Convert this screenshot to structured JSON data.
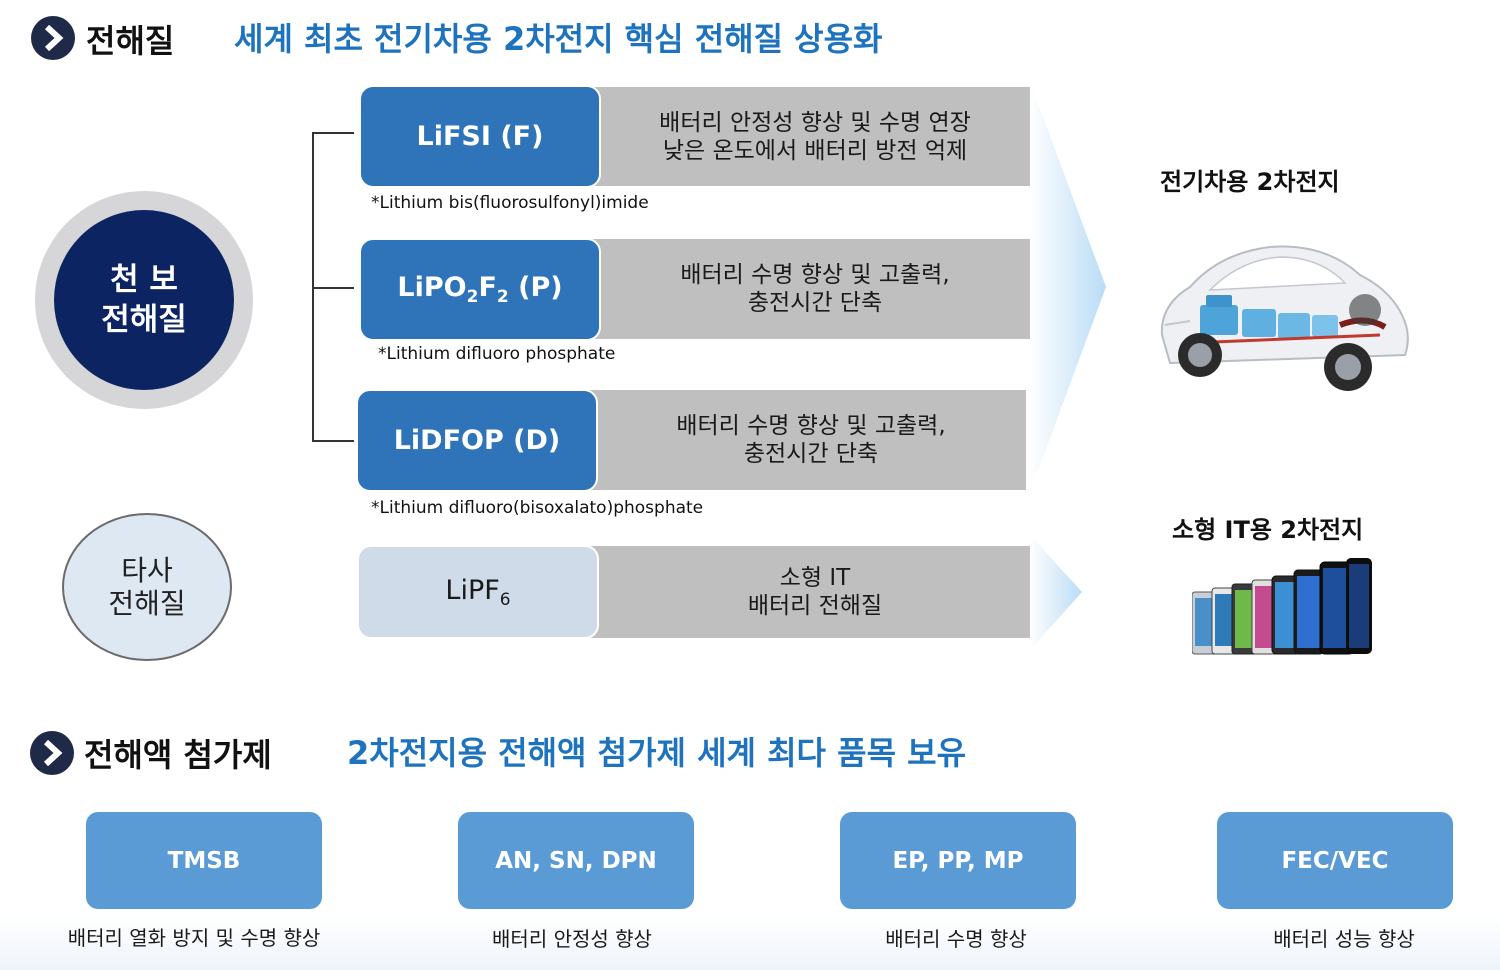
{
  "header1": {
    "title": "전해질",
    "subtitle": "세계 최초 전기차용 2차전지 핵심 전해질 상용화"
  },
  "header2": {
    "title": "전해액 첨가제",
    "subtitle": "2차전지용 전해액 첨가제 세계 최다 품목 보유"
  },
  "circles": {
    "chunbo_line1": "천 보",
    "chunbo_line2": "전해질",
    "other_line1": "타사",
    "other_line2": "전해질"
  },
  "products": [
    {
      "name": "LiFSI (F)",
      "desc_line1": "배터리 안정성 향상 및 수명 연장",
      "desc_line2": "낮은 온도에서 배터리 방전 억제",
      "note": "*Lithium bis(fluorosulfonyl)imide"
    },
    {
      "name_main": "LiPO",
      "name_sub1": "2",
      "name_mid": "F",
      "name_sub2": "2",
      "name_tail": " (P)",
      "desc_line1": "배터리 수명 향상 및 고출력,",
      "desc_line2": "충전시간 단축",
      "note": "*Lithium difluoro phosphate"
    },
    {
      "name": "LiDFOP (D)",
      "desc_line1": "배터리 수명 향상 및 고출력,",
      "desc_line2": "충전시간 단축",
      "note": "*Lithium difluoro(bisoxalato)phosphate"
    },
    {
      "name_main": "LiPF",
      "name_sub": "6",
      "desc_line1": "소형 IT",
      "desc_line2": "배터리 전해질"
    }
  ],
  "applications": {
    "ev_label": "전기차용 2차전지",
    "it_label": "소형 IT용 2차전지"
  },
  "additives": [
    {
      "name": "TMSB",
      "desc": "배터리 열화 방지 및 수명 향상"
    },
    {
      "name": "AN, SN, DPN",
      "desc": "배터리 안정성 향상"
    },
    {
      "name": "EP, PP, MP",
      "desc": "배터리 수명 향상"
    },
    {
      "name": "FEC/VEC",
      "desc": "배터리 성능 향상"
    }
  ],
  "colors": {
    "navy": "#0c2462",
    "accent_blue": "#1e73be",
    "product_blue": "#2f74b8",
    "additive_blue": "#5b9bd5",
    "grey_bar": "#bfbfbf"
  }
}
